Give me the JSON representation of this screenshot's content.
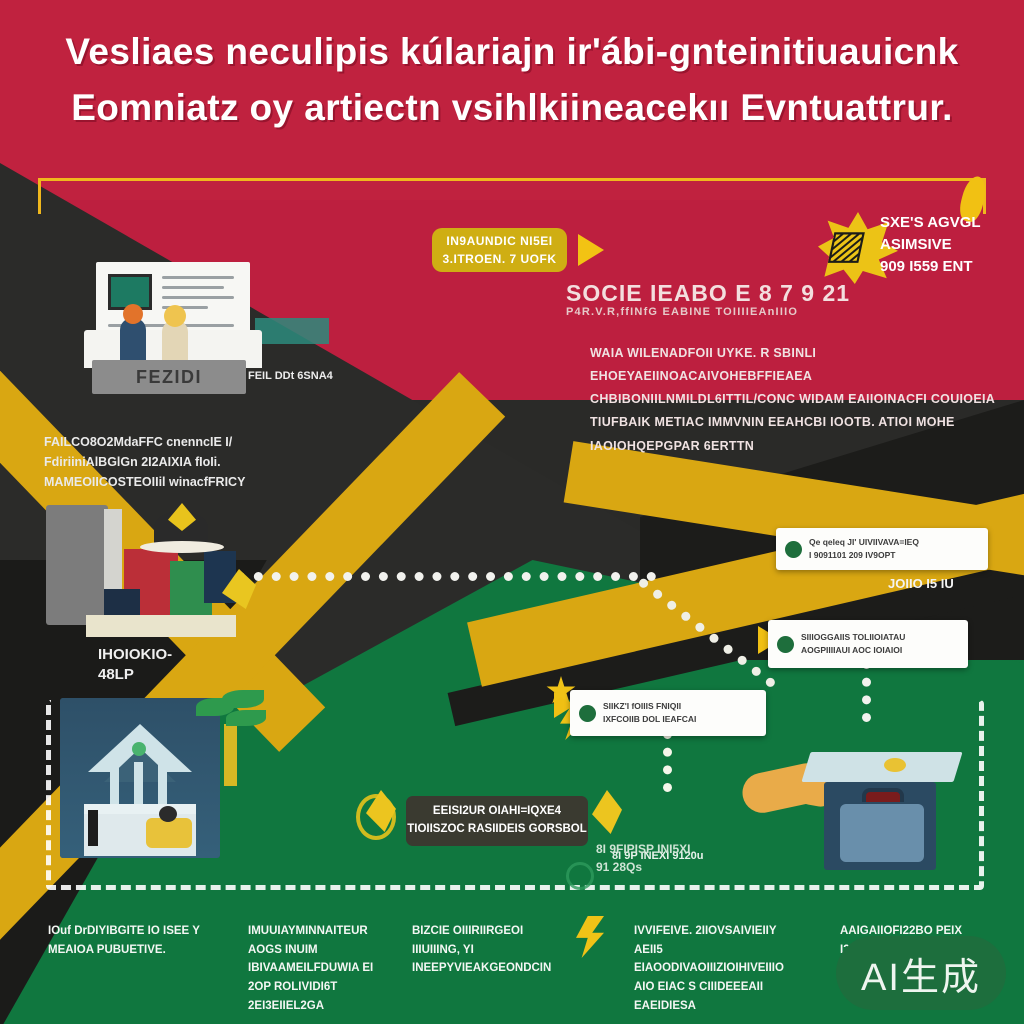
{
  "meta": {
    "palette": {
      "red": "#bd1f3f",
      "gold": "#d9a712",
      "green": "#10773f",
      "black": "#1c1c1a",
      "white": "#fdfdfb"
    }
  },
  "title": {
    "line1": "Vesliaes neculipis kúlariajn ir'ábi-gnteinitiuauicnk",
    "line2": "Eomniatz oy artiectn vsihlkiineacekıı Evntuattrur."
  },
  "badges": {
    "pill_line1": "IN9AUNDIC NI5EI",
    "pill_line2": "3.ITROEN. 7 UOFK",
    "play_icon": "play-triangle-icon"
  },
  "burst": {
    "icon": "starburst-icon",
    "line1": "SXE'S AGVGL",
    "line2": "ASIMSIVE",
    "line3": "909 I559 ENT"
  },
  "red_section": {
    "heading": "SOCIE IEABO E  8 7 9 21",
    "subheading": "P4R.V.R,ffINfG  EABINE TOIIIIEAnIIIO",
    "paragraph": "WAIA WILENADFOII UYKE. R SBINLI EHOEYAEIINOACAIVOHEBFFIEAEA CHBIBONIILNMILDL6ITTIL/CONC WIDAM EAIIOINACFI  COUIOEIA TIUFBAIK METIAC IMMVNIN EEAHCBI IOOTB. ATIOI MOHE IAOIOHQEPGPAR 6ERTTN"
  },
  "left_panel": {
    "desk_label": "FEZIDI",
    "doc_caption": "FEIL DDt 6SNA4",
    "caption": "FAILCO8O2MdaFFC cnenncIE I/ FdiriiniAlBGlGn 2I2AIXIA fIoIi. MAMEOIICOSTEOIIil winacfFRICY",
    "blocks_caption_1": "IHOIOKIO-",
    "blocks_caption_2": "48LP"
  },
  "cards": [
    {
      "icon": "document-badge-icon",
      "line1": "Qe  qeleq JI' UIVIIVAVA=IEQ",
      "line2": "I 9091101 209   IV9OPT",
      "side_label": "JOIIO I5 IU"
    },
    {
      "icon": "globe-badge-icon",
      "line1": "SIIIOGGAIIS TOLIIOIATAU",
      "line2": "AOGPIIIIAUI AOC IOIAIOI"
    },
    {
      "icon": "seal-badge-icon",
      "line1": "SIIKZ'I fOIIIS FNIQII",
      "line2": "IXFCOIIB  DOL IEAFCAI"
    }
  ],
  "dark_label": {
    "line1": "EEISI2UR OIAHI=IQXE4",
    "line2": "TIOIISZOC RASIIDEIS GORSBOL"
  },
  "center_note": {
    "line1": "8I 9FIPISP INI5XI",
    "line2": "91 28Qs"
  },
  "card3_caption": "8I 9P INEXI 9120u",
  "bottom_captions": [
    {
      "text": "IOuf  DrDIYIBGITE IO ISEE Y MEAIOA PUBUETIVE."
    },
    {
      "text": "IMUUIAYMINNAITEUR AOGS INUIM IBIVAAMEILFDUWIA EI 2OP ROLIVIDI6T 2EI3EIIEL2GA"
    },
    {
      "text": "BIZCIE OIIIRIIRGEOI IIIUIIING, YI INEEPYVIEAKGEONDCIN"
    },
    {
      "text": "IVVIFEIVE. 2IIOVSAIVIEIIY AEII5 EIAOODIVAOIIIZIOIHIVEIIIO AIO EIAC S CIIIDEEEAII EAEIDIESA"
    },
    {
      "text": "AAIGAIIOFI22BO PEIX I2EIOIAEIA'l"
    }
  ],
  "watermark": {
    "text": "AI生成"
  }
}
